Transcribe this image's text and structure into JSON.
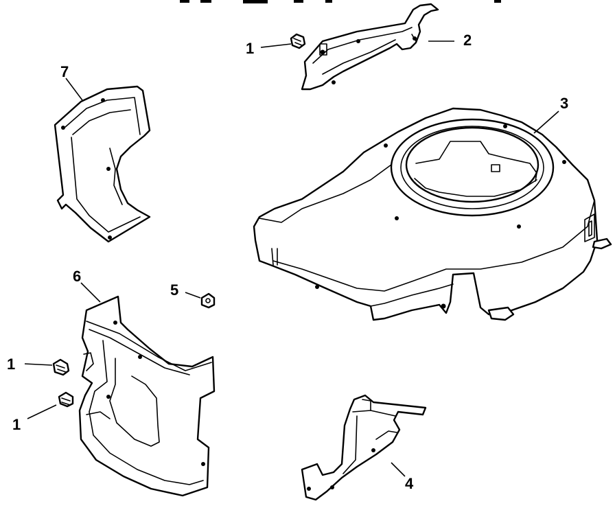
{
  "callouts": {
    "c1a": "1",
    "c1b": "1",
    "c1c": "1",
    "c2": "2",
    "c3": "3",
    "c4": "4",
    "c5": "5",
    "c6": "6",
    "c7": "7"
  },
  "colors": {
    "ink": "#000000",
    "paper": "#ffffff"
  }
}
